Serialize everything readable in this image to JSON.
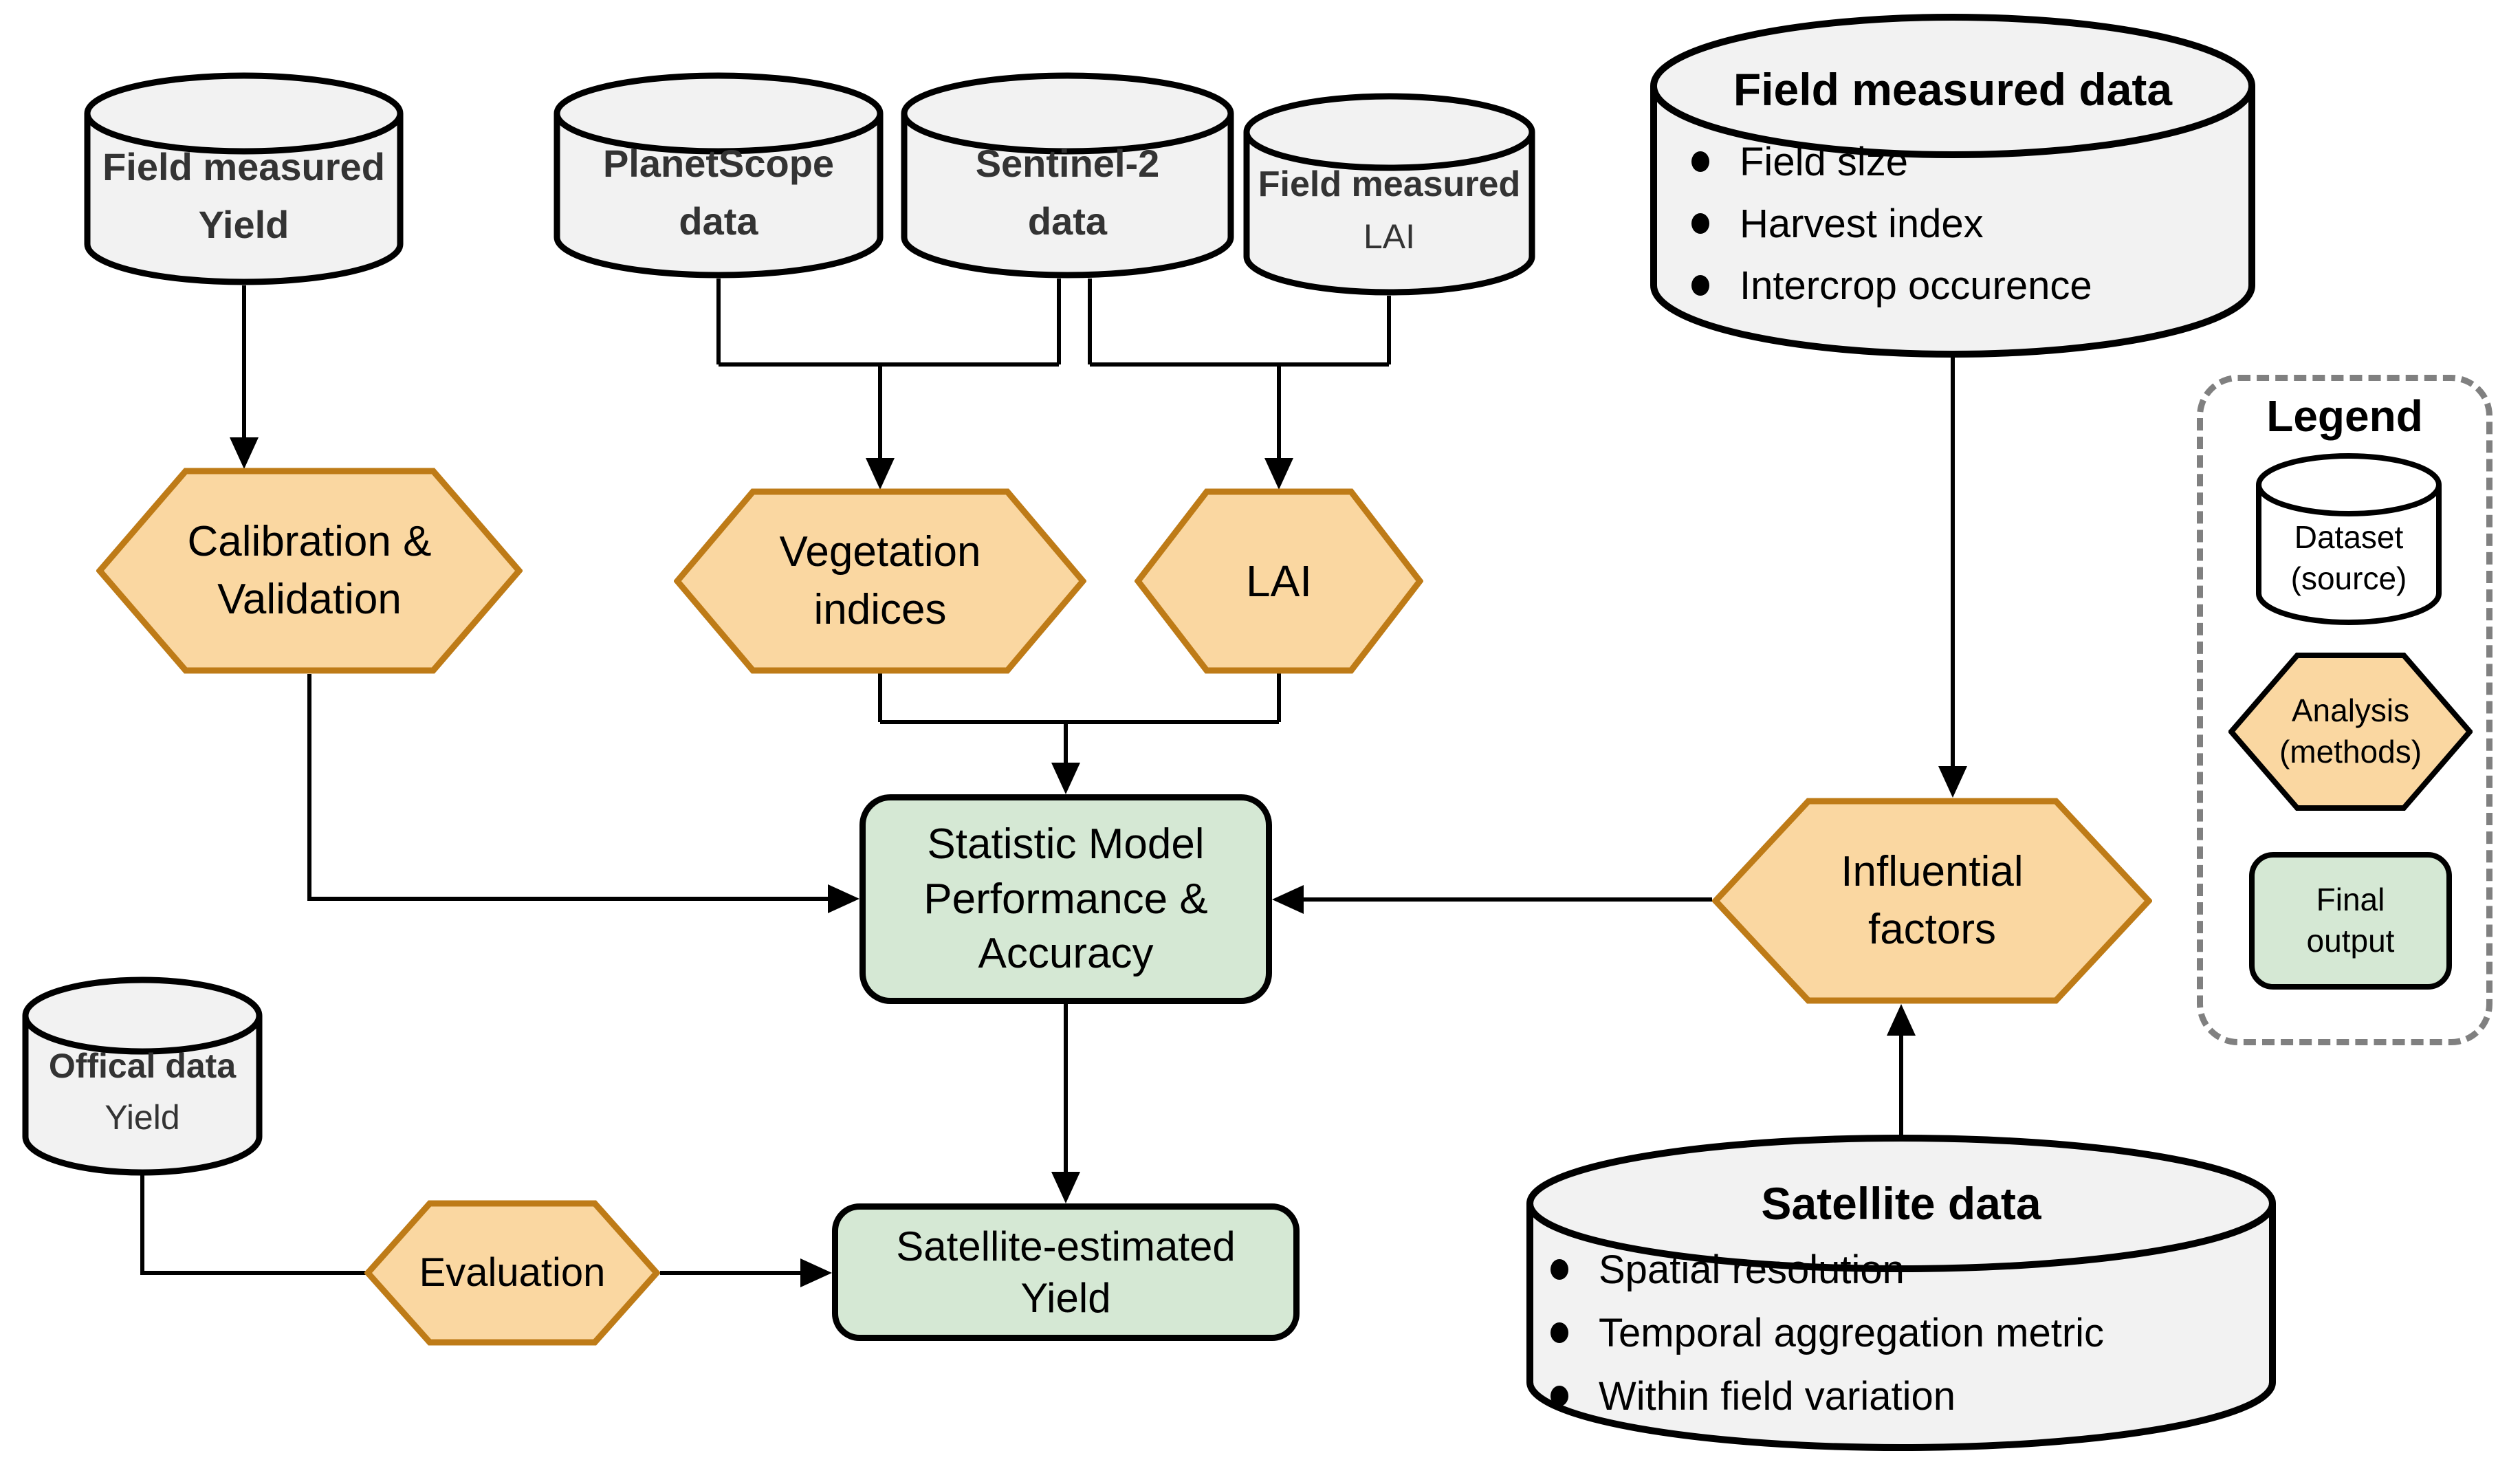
{
  "colors": {
    "dataset_fill": "#f2f2f2",
    "dataset_stroke": "#000000",
    "analysis_fill": "#fad7a1",
    "analysis_stroke": "#be7b17",
    "output_fill": "#d5e8d4",
    "output_stroke": "#000000",
    "legend_border": "#808080",
    "connector": "#000000"
  },
  "nodes": {
    "field_measured_yield": {
      "line1": "Field measured",
      "line2": "Yield"
    },
    "planetscope": {
      "line1": "PlanetScope",
      "line2": "data"
    },
    "sentinel2": {
      "line1": "Sentinel-2",
      "line2": "data"
    },
    "field_measured_lai": {
      "line1": "Field measured",
      "line2": "LAI"
    },
    "field_measured_data": {
      "title": "Field measured data",
      "bullets": [
        "Field size",
        "Harvest index",
        "Intercrop occurence"
      ]
    },
    "calibration_validation": {
      "line1": "Calibration &",
      "line2": "Validation"
    },
    "vegetation_indices": {
      "line1": "Vegetation",
      "line2": "indices"
    },
    "lai": {
      "line1": "LAI"
    },
    "statistic_model": {
      "line1": "Statistic Model",
      "line2": "Performance &",
      "line3": "Accuracy"
    },
    "influential_factors": {
      "line1": "Influential",
      "line2": "factors"
    },
    "official_data_yield": {
      "line1": "Offical data",
      "line2": "Yield"
    },
    "evaluation": {
      "line1": "Evaluation"
    },
    "satellite_estimated_yield": {
      "line1": "Satellite-estimated",
      "line2": "Yield"
    },
    "satellite_data": {
      "title": "Satellite data",
      "bullets": [
        "Spatial resolution",
        "Temporal aggregation metric",
        "Within field variation"
      ]
    }
  },
  "legend": {
    "title": "Legend",
    "dataset": {
      "line1": "Dataset",
      "line2": "(source)"
    },
    "analysis": {
      "line1": "Analysis",
      "line2": "(methods)"
    },
    "output": {
      "line1": "Final",
      "line2": "output"
    }
  }
}
